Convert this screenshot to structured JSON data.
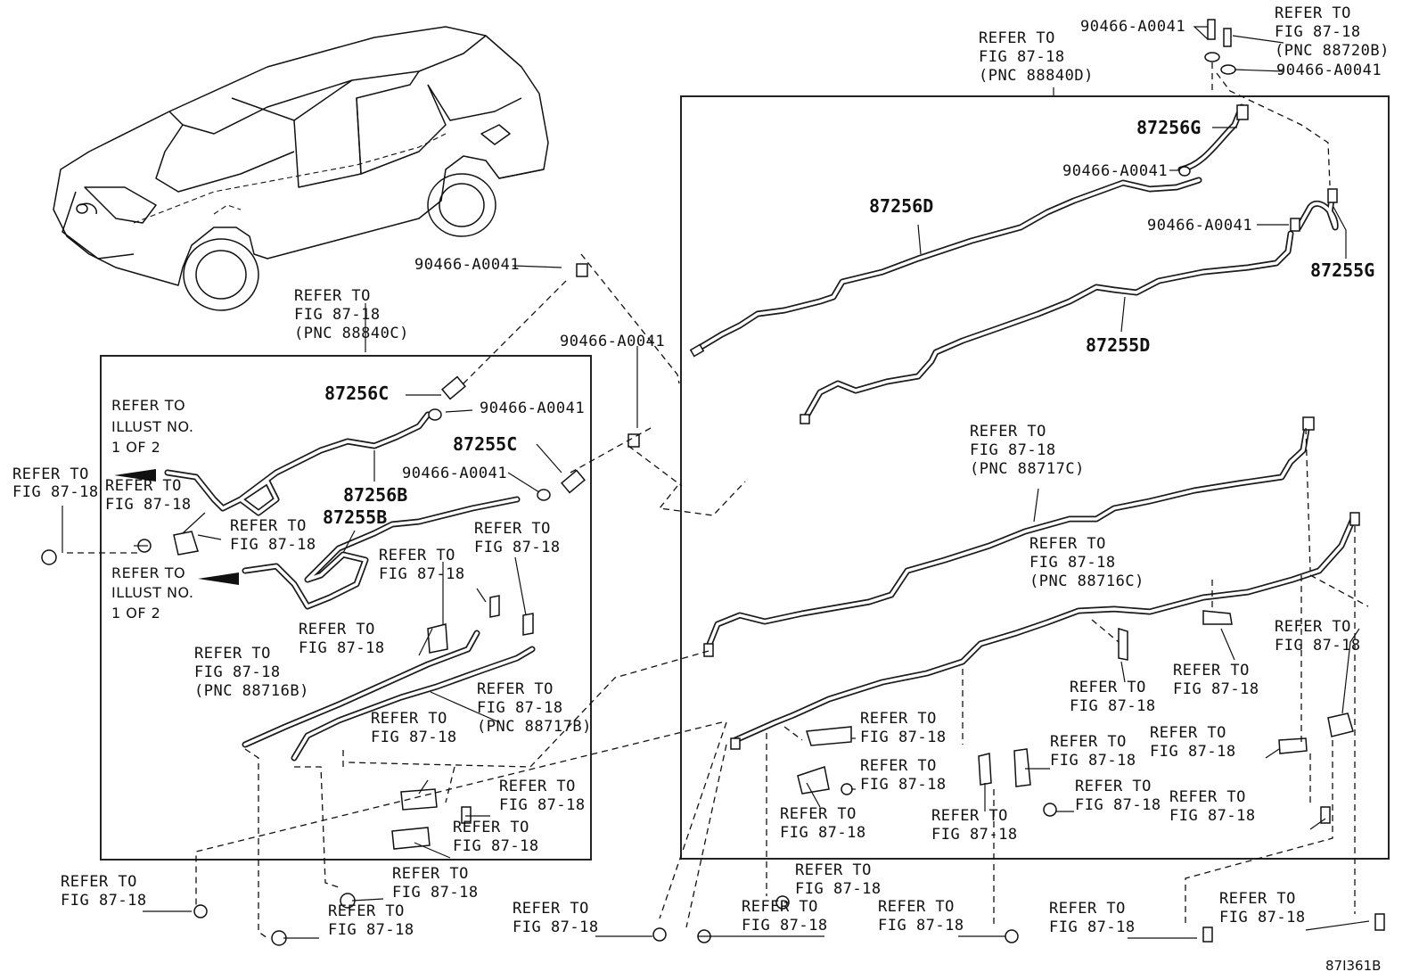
{
  "diagram": {
    "figure_code": "87I361B",
    "part_numbers": {
      "p87256G": "87256G",
      "p87256D": "87256D",
      "p87255G": "87255G",
      "p87255D": "87255D",
      "p87256C": "87256C",
      "p87255C": "87255C",
      "p87256B": "87256B",
      "p87255B": "87255B"
    },
    "clips": {
      "c1": "90466-A0041",
      "c2": "90466-A0041",
      "c3": "90466-A0041",
      "c4": "90466-A0041",
      "c5": "90466-A0041",
      "c6": "90466-A0041",
      "c7": "90466-A0041",
      "c8": "90466-A0041"
    },
    "refer_to": "REFER TO",
    "fig_ref": "FIG 87-18",
    "illust": {
      "refer_to": "REFER TO",
      "illust_no": "ILLUST NO.",
      "one_of_two": "1 OF 2"
    },
    "pnc": {
      "p88720B": "(PNC 88720B)",
      "p88840D": "(PNC 88840D)",
      "p88840C": "(PNC 88840C)",
      "p88717C": "(PNC 88717C)",
      "p88716C": "(PNC 88716C)",
      "p88716B": "(PNC 88716B)",
      "p88717B": "(PNC 88717B)"
    }
  }
}
